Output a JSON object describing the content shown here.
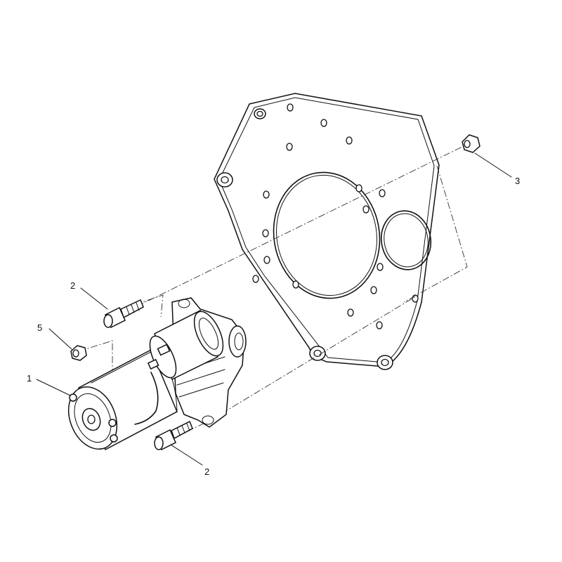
{
  "diagram": {
    "callouts": [
      {
        "id": "c1",
        "text": "1"
      },
      {
        "id": "c2a",
        "text": "2"
      },
      {
        "id": "c2b",
        "text": "2"
      },
      {
        "id": "c3",
        "text": "3"
      },
      {
        "id": "c5",
        "text": "5"
      }
    ]
  }
}
